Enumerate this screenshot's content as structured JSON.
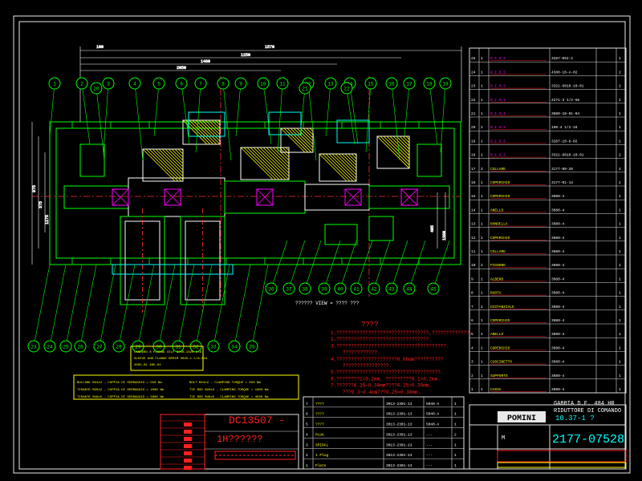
{
  "colors": {
    "background": "#000000",
    "frame": "#e8e8e8",
    "part_lines": "#00ff00",
    "dimension_lines": "#ffffff",
    "notes_text": "#ff2020",
    "title_red": "#ff2020",
    "callout": "#00ff00",
    "accent_yellow": "#ffff00",
    "cyan": "#00ffff",
    "table_grid": "#e0e0e0"
  },
  "notes_title": "????",
  "notes_lines": [
    "1.????????????????????????????????,?????????????.",
    "2.????????????????????????????????.",
    "3.??????????????????????????????????????.",
    "????????????.",
    "4.?????????????????????0.06mm??????????",
    "????????????????.",
    "5.????????????????????????????????????.",
    "6.????????1=0.2mm, ?????????0.1=0.2mm.",
    "7.??????0.25~0.30mm????0.25=0.30mm.",
    "???0.3~0.4mm???0.25=0.30mm."
  ],
  "view_label": "?????? VIEW = ???? ???",
  "note_box_small": {
    "lines": [
      "LANDERO 8 FLANGE  CELF  3050-1025 C/A",
      "SLEEVE AND FLANGE  BPRIM  3045-1 C/A-01A",
      "2005-01 485-01"
    ]
  },
  "torque_box": {
    "left": [
      "BULLONE M24x2 - COPPIA DI SERRAGGIO = 550 Nm",
      "TIRANTE M20x2 - COPPIA DI SERRAGGIO = 1000 Nm",
      "TIRANTE M48x5 - COPPIA DI SERRAGGIO = 5000 Nm"
    ],
    "right": [
      "BOLT    M24x2 - CLAMPING TORQUE = 550 Nm",
      "TIE ROD M20x2 - CLAMPING TORQUE = 1000 Nm",
      "TIE ROD M48x5 - CLAMPING TORQUE = 4500 Nm"
    ]
  },
  "title_block": {
    "company": "POMINI",
    "drawing_number_red": "DC13507 -",
    "part_code_red": "1H??????",
    "title_lines": [
      "GABBIA D.F. 484 HR",
      "RIDUTTORE DI COMANDO"
    ],
    "doc_number_cyan": "2177-07528",
    "sheet_code_cyan": "10.37-1 ?",
    "revision": "M"
  },
  "bom_rows": [
    [
      "25",
      "1",
      "R.I.O.S",
      "3287-052-2",
      "1"
    ],
    [
      "24",
      "1",
      "R.I.O.S",
      "4380-10-A-02",
      "2"
    ],
    [
      "23",
      "1",
      "R.I.O.S",
      "3321-6010-10-01",
      "2"
    ],
    [
      "22",
      "1",
      "R.I.O.S",
      "4271-3 1/2-56",
      "1"
    ],
    [
      "21",
      "1",
      "R.I.O.S",
      "3080-10-01-04",
      "1"
    ],
    [
      "20",
      "2",
      "R.I.O.S",
      "100-4 1/2-16",
      "1"
    ],
    [
      "19",
      "1",
      "R.I.O.S",
      "3287-10-8-02",
      "1"
    ],
    [
      "18",
      "1",
      "R.I.O.S",
      "3321-6010-10-01",
      "2"
    ],
    [
      "17",
      "2",
      "COLLARE",
      "3177-00-20",
      "4"
    ],
    [
      "16",
      "1",
      "COPERCHIO",
      "3177-01-14",
      "2"
    ],
    [
      "15",
      "1",
      "COPERCHIO",
      "3080-4",
      "1"
    ],
    [
      "14",
      "1",
      "ANELLO",
      "3080-4",
      "1"
    ],
    [
      "13",
      "1",
      "RONDELLA",
      "3080-4",
      "1"
    ],
    [
      "12",
      "1",
      "COPERCHIO",
      "3080-4",
      "1"
    ],
    [
      "11",
      "1",
      "COLLARE",
      "3080-4",
      "1"
    ],
    [
      "10",
      "2",
      "PIGNONE",
      "3080-4",
      "1"
    ],
    [
      "9",
      "1",
      "ALBERO",
      "3080-4",
      "1"
    ],
    [
      "8",
      "1",
      "RUOTA",
      "3080-4",
      "1"
    ],
    [
      "7",
      "1",
      "DISTANZIALE",
      "3080-4",
      "1"
    ],
    [
      "6",
      "1",
      "COPERCHIO",
      "3080-4",
      "1"
    ],
    [
      "5",
      "1",
      "ANELLO",
      "3080-4",
      "1"
    ],
    [
      "4",
      "1",
      "COPERCHIO",
      "3080-4",
      "1"
    ],
    [
      "3",
      "1",
      "CUSCINETTO",
      "3080-4",
      "1"
    ],
    [
      "2",
      "1",
      "SUPPORTO",
      "3080-4",
      "1"
    ],
    [
      "1",
      "1",
      "CASSA",
      "3080-4",
      "1"
    ]
  ],
  "small_table_rows": [
    [
      "7",
      "????",
      "3013-2301-13",
      "5040-A",
      "1"
    ],
    [
      "6",
      "????",
      "3013-2301-13",
      "5040-A",
      "1"
    ],
    [
      "5",
      "????",
      "3013-2301-13",
      "5040-A",
      "1"
    ],
    [
      "4",
      "PLUG",
      "3013-2301-13",
      "---",
      "2"
    ],
    [
      "3",
      "SPIRAL",
      "3013-2301-13",
      "---",
      "1"
    ],
    [
      "2",
      "1 Plug",
      "3013-2301-13",
      "---",
      "1"
    ],
    [
      "1",
      "Plate",
      "3013-2301-13",
      "---",
      "1"
    ]
  ],
  "callouts_top": [
    "1",
    "2",
    "3",
    "4",
    "5",
    "6",
    "7",
    "8",
    "9",
    "10",
    "11",
    "12",
    "13",
    "14",
    "15",
    "16",
    "17",
    "18",
    "19",
    "20",
    "21",
    "22"
  ],
  "callouts_bottom": [
    "23",
    "24",
    "25",
    "26",
    "27",
    "28",
    "29",
    "30",
    "31",
    "32",
    "33",
    "34",
    "35",
    "36",
    "37",
    "38",
    "39",
    "40",
    "41",
    "42",
    "43",
    "44",
    "45"
  ],
  "dimension_labels": [
    "1570",
    "1250",
    "1480",
    "2050",
    "975",
    "375",
    "1275",
    "405",
    "1380",
    "100"
  ]
}
